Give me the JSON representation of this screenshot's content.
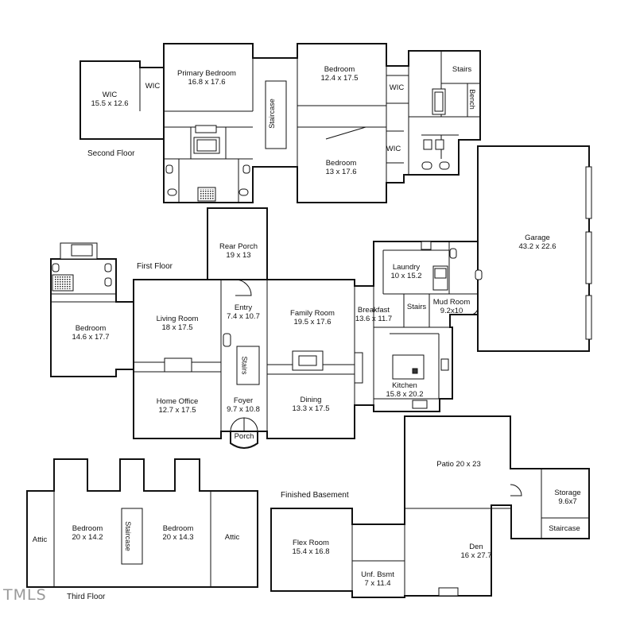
{
  "floors": {
    "second": "Second Floor",
    "first": "First Floor",
    "basement": "Finished Basement",
    "third": "Third Floor"
  },
  "rooms": {
    "wic_main": {
      "name": "WIC",
      "dim": "15.5 x 12.6"
    },
    "wic_small": {
      "name": "WIC"
    },
    "primary_bedroom": {
      "name": "Primary Bedroom",
      "dim": "16.8 x 17.6"
    },
    "staircase_2f": {
      "name": "Staircase"
    },
    "bedroom_2f_a": {
      "name": "Bedroom",
      "dim": "12.4 x 17.5"
    },
    "wic_2f_a": {
      "name": "WIC"
    },
    "stairs_2f": {
      "name": "Stairs"
    },
    "bench": {
      "name": "Bench"
    },
    "bedroom_2f_b": {
      "name": "Bedroom",
      "dim": "13 x 17.6"
    },
    "wic_2f_b": {
      "name": "WIC"
    },
    "garage": {
      "name": "Garage",
      "dim": "43.2 x 22.6"
    },
    "rear_porch": {
      "name": "Rear Porch",
      "dim": "19 x 13"
    },
    "laundry": {
      "name": "Laundry",
      "dim": "10 x 15.2"
    },
    "bedroom_1f": {
      "name": "Bedroom",
      "dim": "14.6 x 17.7"
    },
    "living_room": {
      "name": "Living Room",
      "dim": "18 x 17.5"
    },
    "entry": {
      "name": "Entry",
      "dim": "7.4 x 10.7"
    },
    "family_room": {
      "name": "Family Room",
      "dim": "19.5 x 17.6"
    },
    "breakfast": {
      "name": "Breakfast",
      "dim": "13.6 x 11.7"
    },
    "stairs_1f_a": {
      "name": "Stairs"
    },
    "mud_room": {
      "name": "Mud Room",
      "dim": "9.2x10"
    },
    "stairs_1f_b": {
      "name": "Stairs"
    },
    "kitchen": {
      "name": "Kitchen",
      "dim": "15.8 x 20.2"
    },
    "home_office": {
      "name": "Home Office",
      "dim": "12.7 x 17.5"
    },
    "foyer": {
      "name": "Foyer",
      "dim": "9.7 x 10.8"
    },
    "dining": {
      "name": "Dining",
      "dim": "13.3 x 17.5"
    },
    "porch": {
      "name": "Porch"
    },
    "patio": {
      "name": "Patio 20 x 23"
    },
    "storage": {
      "name": "Storage",
      "dim": "9.6x7"
    },
    "staircase_bsmt": {
      "name": "Staircase"
    },
    "flex_room": {
      "name": "Flex Room",
      "dim": "15.4 x 16.8"
    },
    "den": {
      "name": "Den",
      "dim": "16 x 27.7"
    },
    "unf_bsmt": {
      "name": "Unf. Bsmt",
      "dim": "7 x 11.4"
    },
    "attic_left": {
      "name": "Attic"
    },
    "bedroom_3f_a": {
      "name": "Bedroom",
      "dim": "20 x 14.2"
    },
    "staircase_3f": {
      "name": "Staircase"
    },
    "bedroom_3f_b": {
      "name": "Bedroom",
      "dim": "20 x 14.3"
    },
    "attic_right": {
      "name": "Attic"
    }
  },
  "logo": "TMLS"
}
